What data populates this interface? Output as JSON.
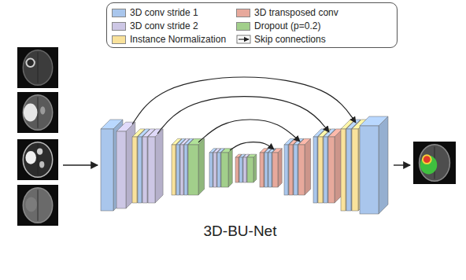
{
  "diagram": {
    "labels": [
      "3D-BU-Net"
    ],
    "legend": [
      {
        "text": "3D conv stride 1",
        "color": "#a9c6ec"
      },
      {
        "text": "3D transposed conv",
        "color": "#e7a99c"
      },
      {
        "text": "3D conv stride 2",
        "color": "#cdc7e5"
      },
      {
        "text": "Dropout (p=0.2)",
        "color": "#a2cf8b"
      },
      {
        "text": "Instance Normalization",
        "color": "#f9e29b"
      },
      {
        "text": "Skip connections"
      }
    ]
  }
}
